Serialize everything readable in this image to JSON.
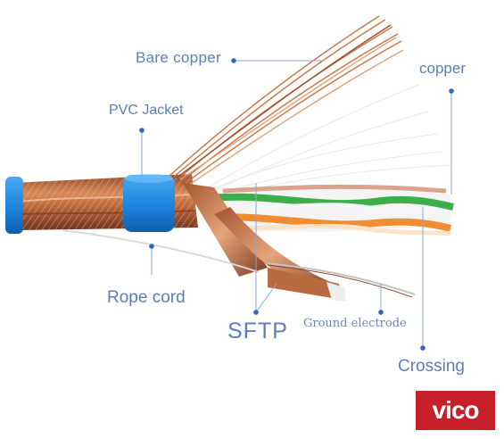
{
  "labels": {
    "bare_copper": "Bare copper",
    "pvc_jacket": "PVC Jacket",
    "copper": "copper",
    "rope_cord": "Rope cord",
    "sftp": "SFTP",
    "ground_electrode": "Ground electrode",
    "crossing": "Crossing"
  },
  "logo": {
    "text": "vico"
  },
  "colors": {
    "label_text": "#5a7fb8",
    "leader_line": "#8da6cf",
    "leader_dot": "#2f64c8",
    "jacket_blue": "#1e88e0",
    "copper_braid": "#b8653a",
    "pair_green": "#3cae4a",
    "pair_orange": "#f08c32",
    "logo_bg": "#c8202a"
  }
}
